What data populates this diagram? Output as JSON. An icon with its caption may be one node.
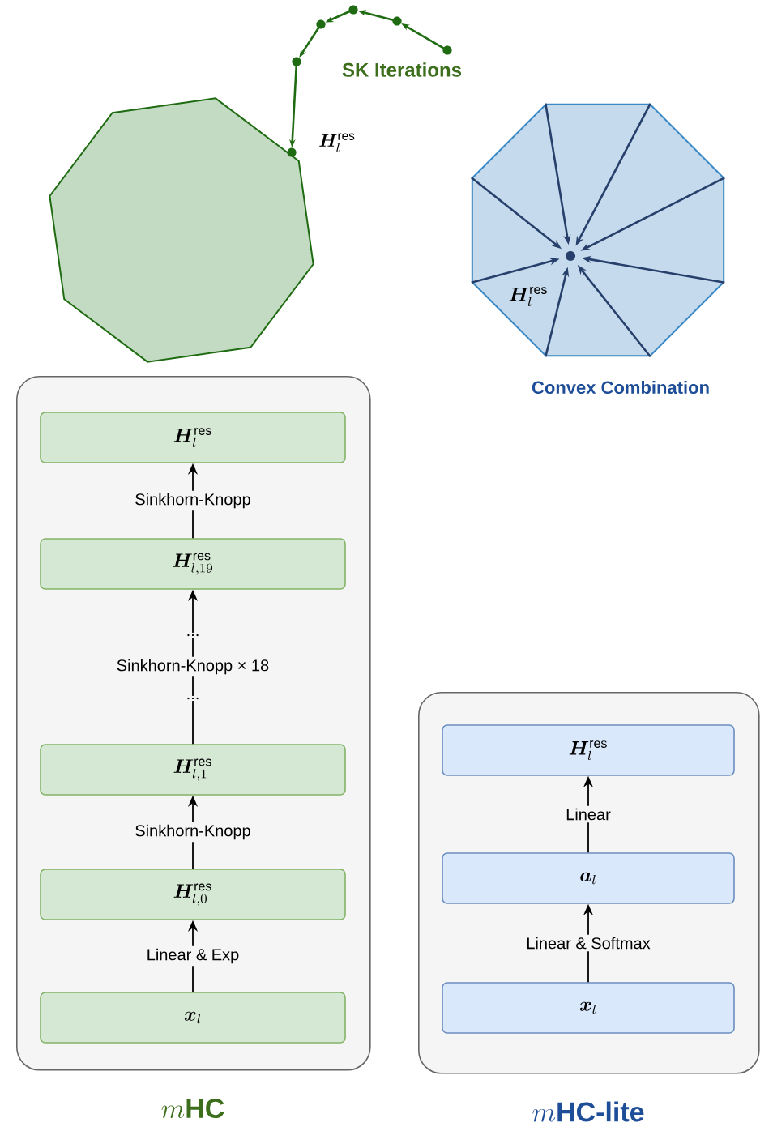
{
  "diagram": {
    "nodes": [
      {
        "text": [],
        "shape": "octagon",
        "beside": [
          "\\bm{H}_l^{\\mathrm{res}}"
        ]
      },
      {
        "text": [
          "\\bm{H}_l^{\\mathrm{res}}"
        ],
        "beside": [
          "Convex Combination"
        ]
      },
      {
        "text": [],
        "shape": "box",
        "beside": [
          "m\\textbf{HC}"
        ]
      },
      {
        "text": [
          "\\bm{H}_l^{\\mathrm{res}}"
        ],
        "in": 2
      },
      {
        "text": [
          "\\bm{H}_{l,19}^{\\mathrm{res}}"
        ],
        "in": 2
      },
      {
        "text": [
          "\\bm{H}_{l,1}^{\\mathrm{res}}"
        ],
        "in": 2
      },
      {
        "text": [
          "\\bm{H}_{l,0}^{\\mathrm{res}}"
        ],
        "in": 2
      },
      {
        "text": [
          "\\bm{x}_l"
        ],
        "in": 2
      },
      {
        "text": [],
        "shape": "box",
        "beside": [
          "m\\textbf{HC-lite}"
        ]
      },
      {
        "text": [
          "\\bm{H}_l^{\\mathrm{res}}"
        ],
        "in": 8
      },
      {
        "text": [
          "\\bm{a}_l"
        ],
        "in": 8
      },
      {
        "text": [
          "\\bm{x}_l"
        ],
        "in": 8
      }
    ],
    "edges": [
      {
        "from": 7,
        "to": 6,
        "arrow": "to",
        "label": "Linear & Exp"
      },
      {
        "from": 6,
        "to": 5,
        "arrow": "to",
        "label": "Sinkhorn-Knopp"
      },
      {
        "from": 5,
        "to": 4,
        "arrow": "to",
        "label": "Sinkhorn-Knopp × 18"
      },
      {
        "from": 4,
        "to": 3,
        "arrow": "to",
        "label": "Sinkhorn-Knopp"
      },
      {
        "from": 11,
        "to": 10,
        "arrow": "to",
        "label": "Linear & Softmax"
      },
      {
        "from": 10,
        "to": 9,
        "arrow": "to",
        "label": "Linear"
      }
    ],
    "labels": [
      "SK Iterations",
      "...",
      "..."
    ]
  }
}
